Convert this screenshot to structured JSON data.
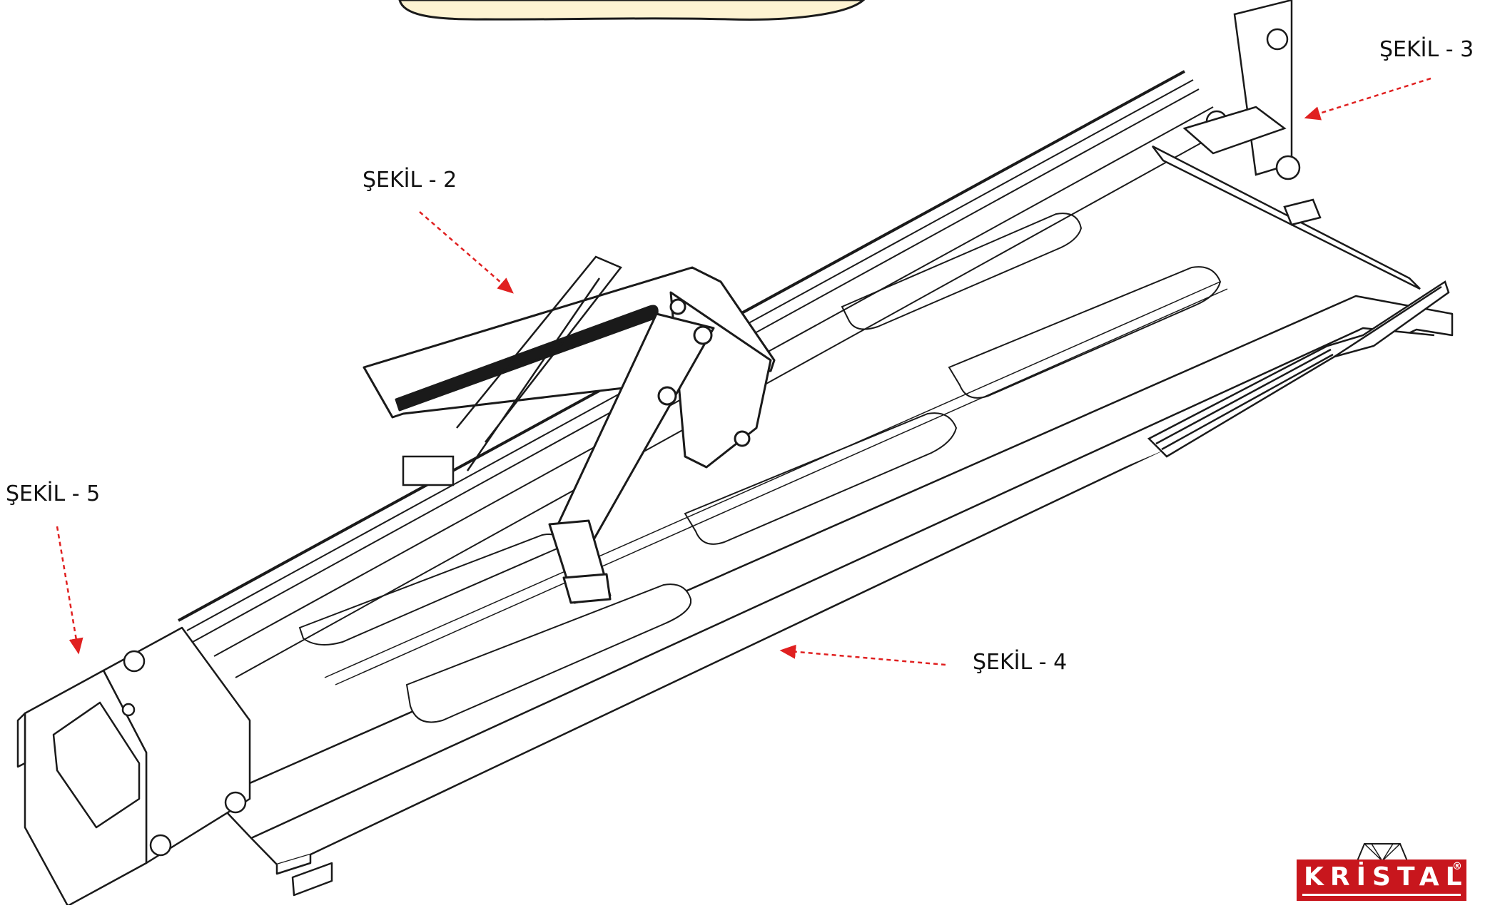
{
  "labels": {
    "sekil_2": "ŞEKİL - 2",
    "sekil_3": "ŞEKİL - 3",
    "sekil_4": "ŞEKİL - 4",
    "sekil_5": "ŞEKİL - 5"
  },
  "logo": {
    "text": "KRİSTAL",
    "registered": "®",
    "color": "#c8161d"
  },
  "colors": {
    "arrow": "#e02020",
    "line": "#1a1a1a",
    "cloud_fill": "#fdf3d2"
  }
}
